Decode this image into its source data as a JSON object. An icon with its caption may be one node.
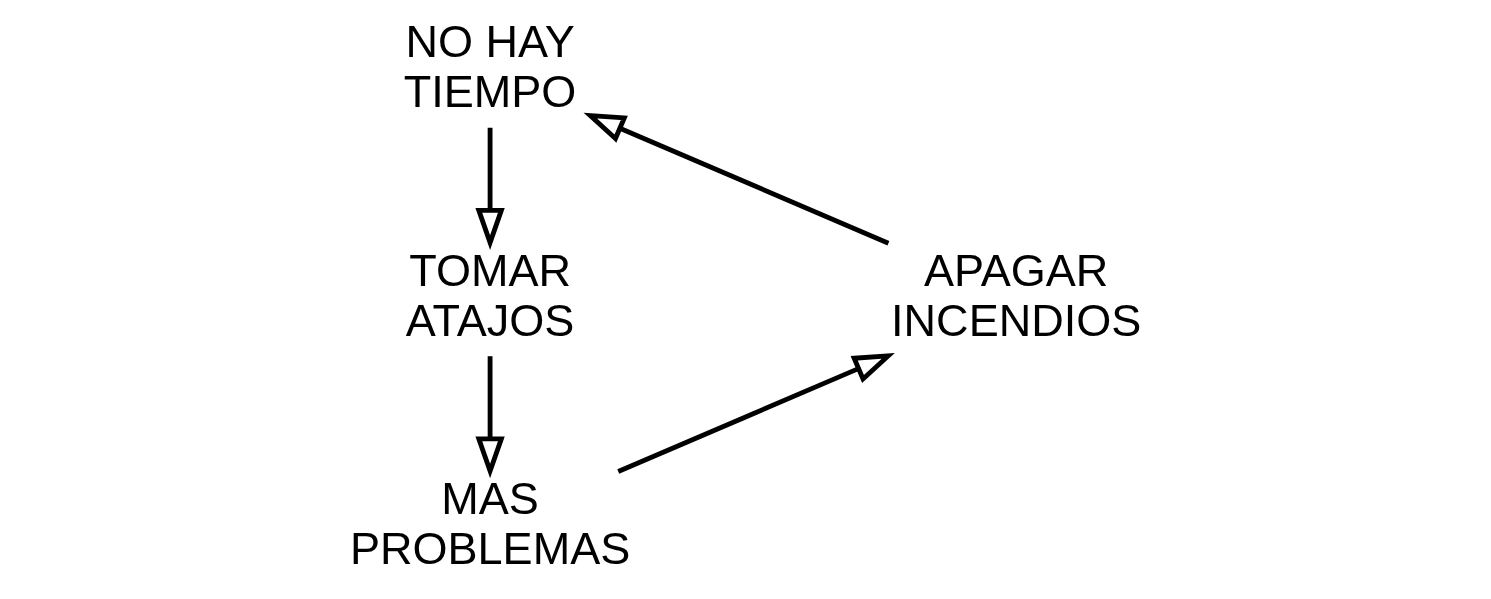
{
  "diagram": {
    "nodes": [
      {
        "text": [
          "NO HAY TIEMPO"
        ]
      },
      {
        "text": [
          "TOMAR ATAJOS"
        ]
      },
      {
        "text": [
          "MAS PROBLEMAS"
        ]
      },
      {
        "text": [
          "APAGAR INCENDIOS"
        ]
      }
    ],
    "edges": [
      {
        "from": 0,
        "to": 1,
        "arrow": "to"
      },
      {
        "from": 1,
        "to": 2,
        "arrow": "to"
      },
      {
        "from": 2,
        "to": 3,
        "arrow": "to"
      },
      {
        "from": 3,
        "to": 0,
        "arrow": "to"
      }
    ]
  }
}
